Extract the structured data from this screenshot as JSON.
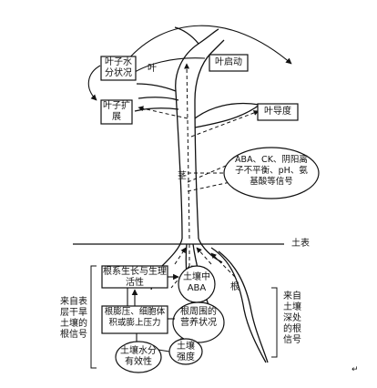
{
  "labels": {
    "leaf_water_status": "叶子水分状况",
    "leaf": "叶",
    "leaf_activation": "叶启动",
    "leaf_expansion": "叶子扩展",
    "leaf_conductance": "叶导度",
    "stem": "茎",
    "signal_list": "ABA、CK、阴阳离子不平衡、pH、氨基酸等信号",
    "soil_surface": "土表",
    "root_growth_vigor": "根系生长与生理活性",
    "soil_aba": "土壤中ABA",
    "root": "根",
    "turgor_pressure": "根膨压、细胞体积或膨上压力",
    "root_nutrition": "根周围的营养状况",
    "soil_water_availability": "土壤水分有效性",
    "soil_strength": "土壤强度",
    "surface_dry_signal": "来自表层干旱土壤的根信号",
    "deep_soil_signal": "来自土壤深处的根信号"
  },
  "colors": {
    "ink": "#111111",
    "background": "#ffffff"
  }
}
